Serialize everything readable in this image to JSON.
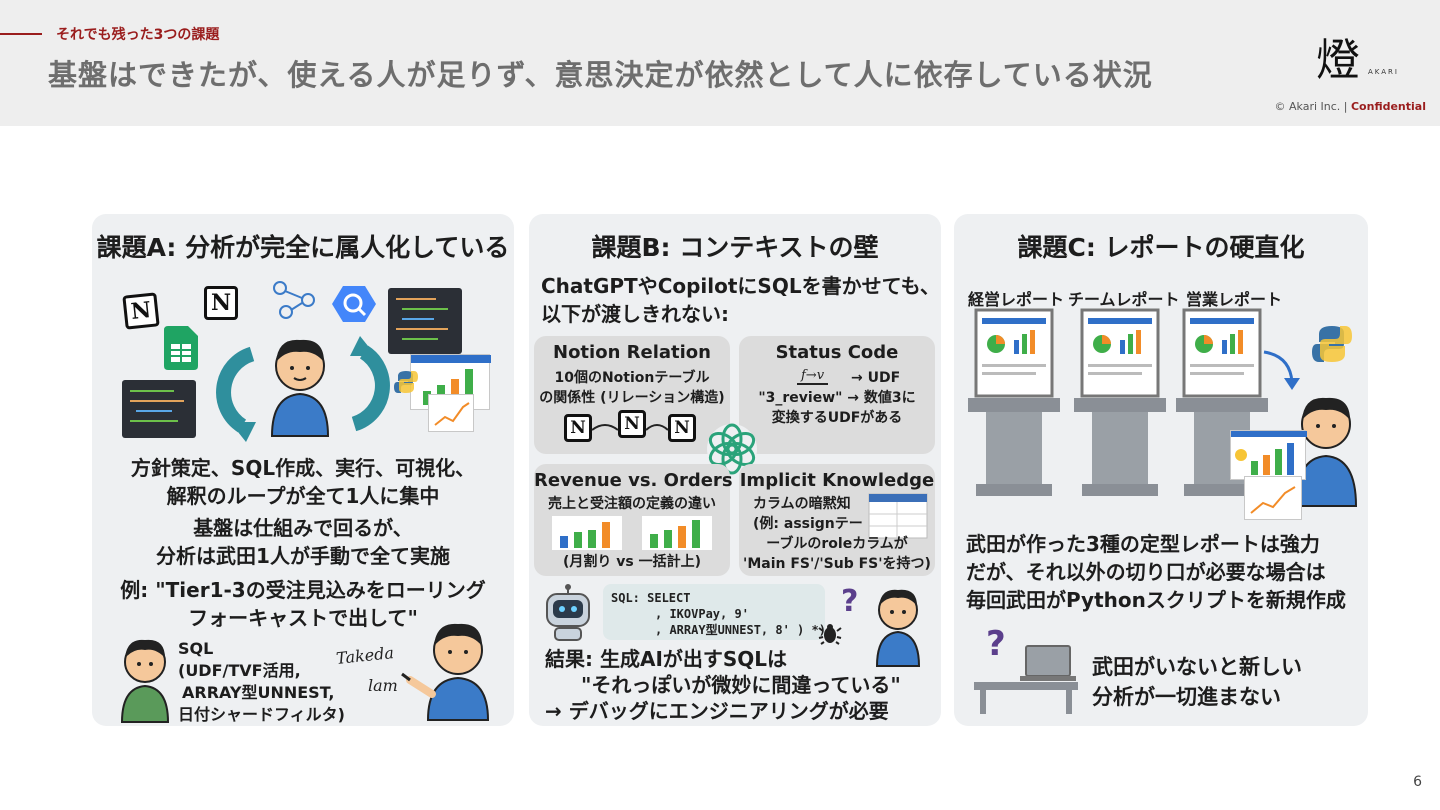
{
  "header": {
    "subtitle": "それでも残った3つの課題",
    "title": "基盤はできたが、使える人が足りず、意思決定が依然として人に依存している状況",
    "logo_sub": "AKARI",
    "copyright": "© Akari Inc. |",
    "confidential": "Confidential"
  },
  "page_number": "6",
  "card_a": {
    "title": "課題A: 分析が完全に属人化している",
    "line1": "方針策定、SQL作成、実行、可視化、",
    "line2": "解釈のループが全て1人に集中",
    "line3": "基盤は仕組みで回るが、",
    "line4": "分析は武田1人が手動で全て実施",
    "example1": "例: \"Tier1-3の受注見込みをローリング",
    "example2": "フォーキャストで出して\"",
    "sql": [
      "SQL",
      "(UDF/TVF活用,",
      "ARRAY型UNNEST,",
      "日付シャードフィルタ)"
    ],
    "signature1": "Takeda",
    "signature2": "lam",
    "notion_letter": "N"
  },
  "card_b": {
    "title": "課題B: コンテキストの壁",
    "intro1": "ChatGPTやCopilotにSQLを書かせても、",
    "intro2": "以下が渡しきれない:",
    "p1_title": "Notion Relation",
    "p1_l1": "10個のNotionテーブル",
    "p1_l2": "の関係性 (リレーション構造)",
    "p2_title": "Status Code",
    "p2_formula": "f→v",
    "p2_l1": "→ UDF",
    "p2_l2": "\"3_review\" → 数値3に",
    "p2_l3": "変換するUDFがある",
    "p3_title": "Revenue vs. Orders",
    "p3_l1": "売上と受注額の定義の違い",
    "p3_l2": "(月割り vs 一括計上)",
    "p4_title": "Implicit Knowledge",
    "p4_l1": "カラムの暗黙知",
    "p4_l2": "(例: assignテー",
    "p4_l3": "ーブルのroleカラムが",
    "p4_l4": "'Main FS'/'Sub FS'を持つ)",
    "sql1": "SQL: SELECT",
    "sql2": ", IKOVPay, 9'",
    "sql3": ", ARRAY型UNNEST, 8' ) *)",
    "question": "?",
    "result1": "結果: 生成AIが出すSQLは",
    "result2": "\"それっぽいが微妙に間違っている\"",
    "result3": "→ デバッグにエンジニアリングが必要"
  },
  "card_c": {
    "title": "課題C: レポートの硬直化",
    "labels": [
      "経営レポート",
      "チームレポート",
      "営業レポート"
    ],
    "body1": "武田が作った3種の定型レポートは強力",
    "body2": "だが、それ以外の切り口が必要な場合は",
    "body3": "毎回武田がPythonスクリプトを新規作成",
    "question": "?",
    "footer1": "武田がいないと新しい",
    "footer2": "分析が一切進まない"
  },
  "colors": {
    "accent": "#9a1d1d",
    "teal": "#2f8f9d",
    "blue_shirt": "#3b7bc8",
    "green_shirt": "#5a9a5a",
    "chart_green": "#3fae49",
    "chart_orange": "#f28c28",
    "chart_blue": "#2f6fc8"
  }
}
